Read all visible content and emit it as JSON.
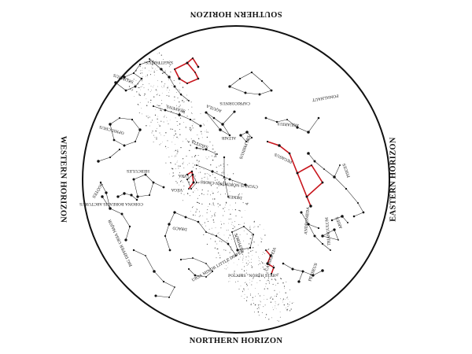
{
  "horizons": {
    "south": "SOUTHERN HORIZON",
    "north": "NORTHERN HORIZON",
    "west": "WESTERN HORIZON",
    "east": "EASTERN HORIZON"
  },
  "constellations": {
    "sagittarius": "SAGITTARIUS",
    "scorpius": "SCORPIUS",
    "serpens": "SERPENS",
    "capricornus": "CAPRICORNUS",
    "aquila": "AQUILA",
    "aquarius": "AQUARIUS",
    "fomalhaut": "FOMALHAUT",
    "ophiuchus": "OPHIUCHUS",
    "altair": "ALTAIR",
    "delphinus": "DELPHINUS",
    "sagitta": "SAGITTA",
    "pegasus": "PEGASUS",
    "pisces": "PISCES",
    "hercules": "HERCULES",
    "lyra": "LYRA",
    "vega": "VEGA",
    "cygnus": "CYGNUS NORTHERN CROSS",
    "deneb": "DENEB",
    "bootes": "BOÖTES",
    "corona_borealis": "CORONA BOREALIS",
    "arcturus": "ARCTURUS",
    "draco": "DRACO",
    "cepheus": "CEPHEUS",
    "andromeda": "ANDROMEDA",
    "triangulum": "TRIANGULUM",
    "aries": "ARIES",
    "cassiopeia": "CASSIOPEIA",
    "perseus": "PERSEUS",
    "big_dipper": "BIG DIPPER URSA MAJOR",
    "little_dipper": "URSA MINOR LITTLE DIPPER",
    "polaris": "POLARIS \"NORTH STAR\""
  },
  "colors": {
    "asterism": "#c8161d",
    "lines": "#222222",
    "stars": "#111111"
  }
}
